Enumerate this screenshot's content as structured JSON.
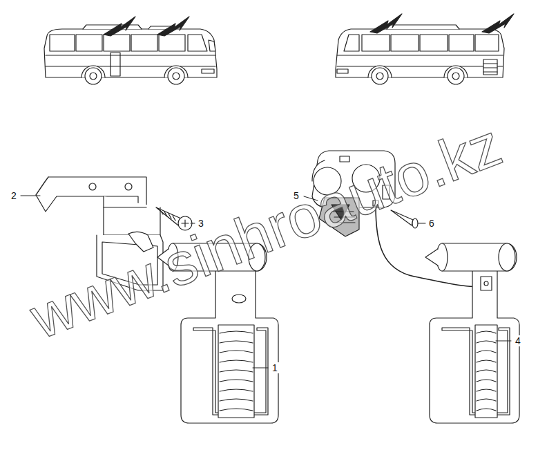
{
  "diagram": {
    "labels": [
      "1",
      "2",
      "3",
      "4",
      "5",
      "6",
      "www.sinhroauto.kz"
    ]
  }
}
